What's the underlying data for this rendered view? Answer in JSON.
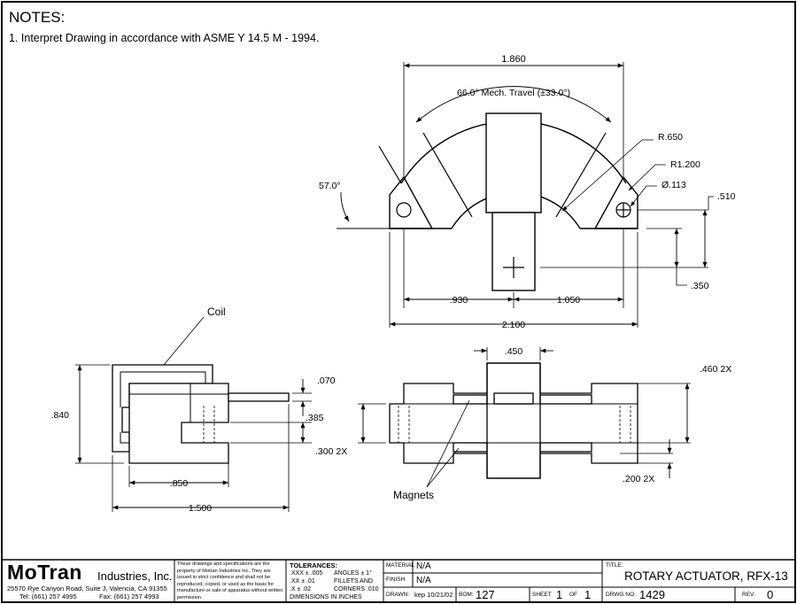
{
  "notes": {
    "heading": "NOTES:",
    "items": [
      "1. Interpret Drawing in accordance with ASME Y 14.5 M - 1994."
    ]
  },
  "top_view": {
    "width_overall": "1.860",
    "travel": "66.0°  Mech. Travel (±33.0°)",
    "angle": "57.0°",
    "outer_radius": "R.650",
    "hole_radius": "R1.200",
    "hole_dia": "Ø.113",
    "dim_510": ".510",
    "dim_350": ".350",
    "dim_930": ".930",
    "dim_1050": "1.050",
    "dim_2100": "2.100"
  },
  "side_view": {
    "coil_label": "Coil",
    "dim_070": ".070",
    "dim_840": ".840",
    "dim_385": ".385",
    "dim_300": ".300  2X",
    "dim_850": ".850",
    "dim_1500": "1.500"
  },
  "front_view": {
    "dim_450": ".450",
    "dim_460": ".460  2X",
    "dim_200": ".200  2X",
    "magnets_label": "Magnets"
  },
  "title_block": {
    "company": "MoTran",
    "company_suffix": "Industries, Inc.",
    "address": "25570 Rye Canyon Road, Suite J, Valencia, CA 91355",
    "tel": "Tel: (661) 257 4995",
    "fax": "Fax: (661) 257 4993",
    "confidentiality": "These drawings and specifications are the property of Motran Industries Inc. They are issued in strict confidence and shall not be reproduced, copied, or used as the basis for manufacture or sale of apparatus without written permission.",
    "tolerances_label": "TOLERANCES:",
    "tol_xxx": ".XXX  ± .005",
    "tol_xx": ".XX   ± .01",
    "tol_x": ".X    ± .02",
    "angles": "ANGLES  ± 1°",
    "fillets": "FILLETS AND",
    "corners": "CORNERS .010",
    "dims_in": "DIMENSIONS IN INCHES",
    "material_label": "MATERIAL",
    "material_value": "N/A",
    "finish_label": "FINISH",
    "finish_value": "N/A",
    "drawn_label": "DRAWN:",
    "drawn_value": "kep 10/21/02",
    "bom_label": "BOM:",
    "bom_value": "127",
    "sheet_label": "SHEET",
    "sheet_value": "1",
    "of_label": "OF",
    "of_value": "1",
    "title_label": "TITLE:",
    "title_value": "ROTARY ACTUATOR, RFX-13",
    "drwg_label": "DRWG NO:",
    "drwg_value": "1429",
    "rev_label": "REV:",
    "rev_value": "0"
  }
}
